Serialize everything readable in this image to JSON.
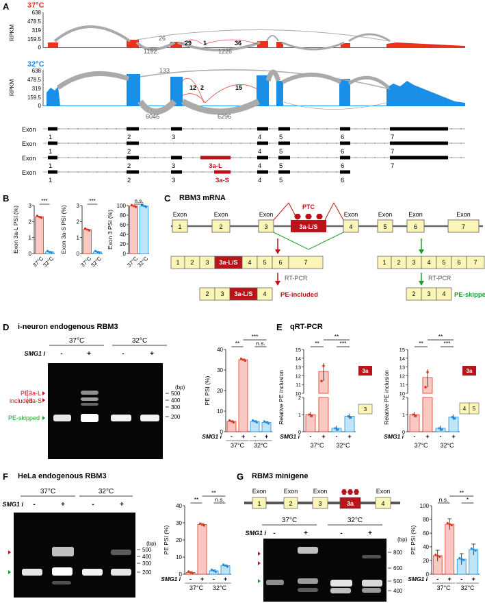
{
  "panel_a": {
    "letter": "A",
    "temp_37": "37°C",
    "temp_32": "32°C",
    "rpkm_label": "RPKM",
    "y_ticks": [
      "638",
      "478.5",
      "319",
      "159.5",
      "0"
    ],
    "j37": [
      "26",
      "1192",
      "29",
      "1",
      "1226",
      "36"
    ],
    "j32": [
      "133",
      "12",
      "2",
      "15",
      "6046",
      "6296"
    ],
    "isoforms": [
      {
        "label": "Exon",
        "nums": [
          "1",
          "2",
          "3",
          "4",
          "5",
          "6",
          "7"
        ]
      },
      {
        "label": "Exon",
        "nums": [
          "1",
          "2",
          "4",
          "5",
          "6",
          "7"
        ]
      },
      {
        "label": "Exon",
        "nums": [
          "1",
          "2",
          "3",
          "3a-L",
          "4",
          "5",
          "6",
          "7"
        ]
      },
      {
        "label": "Exon",
        "nums": [
          "1",
          "2",
          "3",
          "3a-S",
          "4",
          "5",
          "6"
        ]
      }
    ]
  },
  "panel_b": {
    "letter": "B",
    "charts": [
      {
        "ylabel": "Exon 3a-L PSI (%)",
        "sig": "***"
      },
      {
        "ylabel": "Exon 3a-S PSI (%)",
        "sig": "***"
      },
      {
        "ylabel": "Exon 3 PSI (%)",
        "sig": "n.s."
      }
    ],
    "xcats": [
      "37°C",
      "32°C"
    ]
  },
  "panel_c": {
    "letter": "C",
    "title": "RBM3 mRNA",
    "exon_word": "Exon",
    "exons": [
      "1",
      "2",
      "3",
      "4",
      "5",
      "6",
      "7"
    ],
    "ptc": "PTC",
    "pe": "3a-L/S",
    "rtpcr": "RT-PCR",
    "pe_included": "PE-included",
    "pe_skipped": "PE-skipped",
    "inc_transcript": [
      "1",
      "2",
      "3",
      "3a-L/S",
      "4",
      "5",
      "6",
      "7"
    ],
    "skip_transcript": [
      "1",
      "2",
      "3",
      "4",
      "5",
      "6",
      "7"
    ],
    "inc_product": [
      "2",
      "3",
      "3a-L/S",
      "4"
    ],
    "skip_product": [
      "2",
      "3",
      "4"
    ]
  },
  "panel_d": {
    "letter": "D",
    "title": "i-neuron endogenous RBM3",
    "temp_37": "37°C",
    "temp_32": "32°C",
    "smg": "SMG1 i",
    "minus": "-",
    "plus": "+",
    "bp": "(bp)",
    "markers": [
      "500",
      "400",
      "300",
      "200"
    ],
    "pe_inc_line1": "PE-",
    "pe_inc_line2": "included",
    "iso_l": "3a-L",
    "iso_s": "3a-S",
    "pe_skipped": "PE-skipped",
    "ylabel": "PE PSI (%)",
    "yticks": [
      "0",
      "10",
      "20",
      "30",
      "40"
    ],
    "sig": [
      "**",
      "***",
      "n.s."
    ]
  },
  "panel_e": {
    "letter": "E",
    "title": "qRT-PCR",
    "ylabel": "Relative PE inclusion",
    "smg": "SMG1 i",
    "minus": "-",
    "plus": "+",
    "temp_37": "37°C",
    "temp_32": "32°C",
    "yticks_top": [
      "10",
      "11",
      "12",
      "13",
      "14",
      "15"
    ],
    "yticks_bottom": [
      "0",
      "1",
      "2"
    ],
    "sig": [
      "**",
      "**",
      "***"
    ],
    "probe1": [
      "3a",
      "3"
    ],
    "probe2": [
      "3a",
      "4",
      "5"
    ]
  },
  "panel_f": {
    "letter": "F",
    "title": "HeLa endogenous RBM3",
    "temp_37": "37°C",
    "temp_32": "32°C",
    "smg": "SMG1 i",
    "minus": "-",
    "plus": "+",
    "bp": "(bp)",
    "markers": [
      "500",
      "400",
      "300",
      "200"
    ],
    "ylabel": "PE PSI (%)",
    "yticks": [
      "0",
      "10",
      "20",
      "30",
      "40"
    ],
    "sig": [
      "**",
      "**",
      "n.s."
    ]
  },
  "panel_g": {
    "letter": "G",
    "title": "RBM3 minigene",
    "exon_word": "Exon",
    "exons": [
      "1",
      "2",
      "3",
      "3a",
      "4"
    ],
    "temp_37": "37°C",
    "temp_32": "32°C",
    "smg": "SMG1 i",
    "minus": "-",
    "plus": "+",
    "bp": "(bp)",
    "markers": [
      "800",
      "600",
      "500",
      "400"
    ],
    "ylabel": "PE PSI (%)",
    "yticks": [
      "0",
      "20",
      "40",
      "60",
      "80",
      "100"
    ],
    "sig": [
      "n.s.",
      "**",
      "*"
    ]
  },
  "colors": {
    "red37": "#e8321e",
    "blue32": "#1a8fe8",
    "pink": "#f9c8c3",
    "lightblue": "#bfe3f7",
    "exon_fill": "#fbf5b8",
    "pe_red": "#b8141a",
    "green": "#1c9d2a"
  },
  "chart_data": [
    {
      "type": "bar",
      "title": "",
      "ylabel": "Exon 3a-L PSI (%)",
      "categories": [
        "37°C",
        "32°C"
      ],
      "values": [
        2.3,
        0.1
      ],
      "ylim": [
        0,
        3
      ]
    },
    {
      "type": "bar",
      "title": "",
      "ylabel": "Exon 3a-S PSI (%)",
      "categories": [
        "37°C",
        "32°C"
      ],
      "values": [
        1.5,
        0.1
      ],
      "ylim": [
        0,
        3
      ]
    },
    {
      "type": "bar",
      "title": "",
      "ylabel": "Exon 3 PSI (%)",
      "categories": [
        "37°C",
        "32°C"
      ],
      "values": [
        99,
        99
      ],
      "ylim": [
        0,
        100
      ]
    },
    {
      "type": "bar",
      "title": "",
      "ylabel": "PE PSI (%)",
      "categories": [
        "37°C -",
        "37°C +",
        "32°C -",
        "32°C +"
      ],
      "values": [
        5,
        35,
        5,
        4.5
      ],
      "ylim": [
        0,
        40
      ]
    },
    {
      "type": "bar",
      "title": "",
      "ylabel": "Relative PE inclusion",
      "categories": [
        "37°C -",
        "37°C +",
        "32°C -",
        "32°C +"
      ],
      "values": [
        1,
        12.5,
        0.2,
        0.9
      ],
      "ylim": [
        0,
        15
      ]
    },
    {
      "type": "bar",
      "title": "",
      "ylabel": "Relative PE inclusion",
      "categories": [
        "37°C -",
        "37°C +",
        "32°C -",
        "32°C +"
      ],
      "values": [
        1,
        11.8,
        0.2,
        0.85
      ],
      "ylim": [
        0,
        15
      ]
    },
    {
      "type": "bar",
      "title": "",
      "ylabel": "PE PSI (%)",
      "categories": [
        "37°C -",
        "37°C +",
        "32°C -",
        "32°C +"
      ],
      "values": [
        1,
        29,
        2,
        5
      ],
      "ylim": [
        0,
        40
      ]
    },
    {
      "type": "bar",
      "title": "",
      "ylabel": "PE PSI (%)",
      "categories": [
        "37°C -",
        "37°C +",
        "32°C -",
        "32°C +"
      ],
      "values": [
        27,
        73,
        22,
        36
      ],
      "ylim": [
        0,
        100
      ]
    }
  ]
}
